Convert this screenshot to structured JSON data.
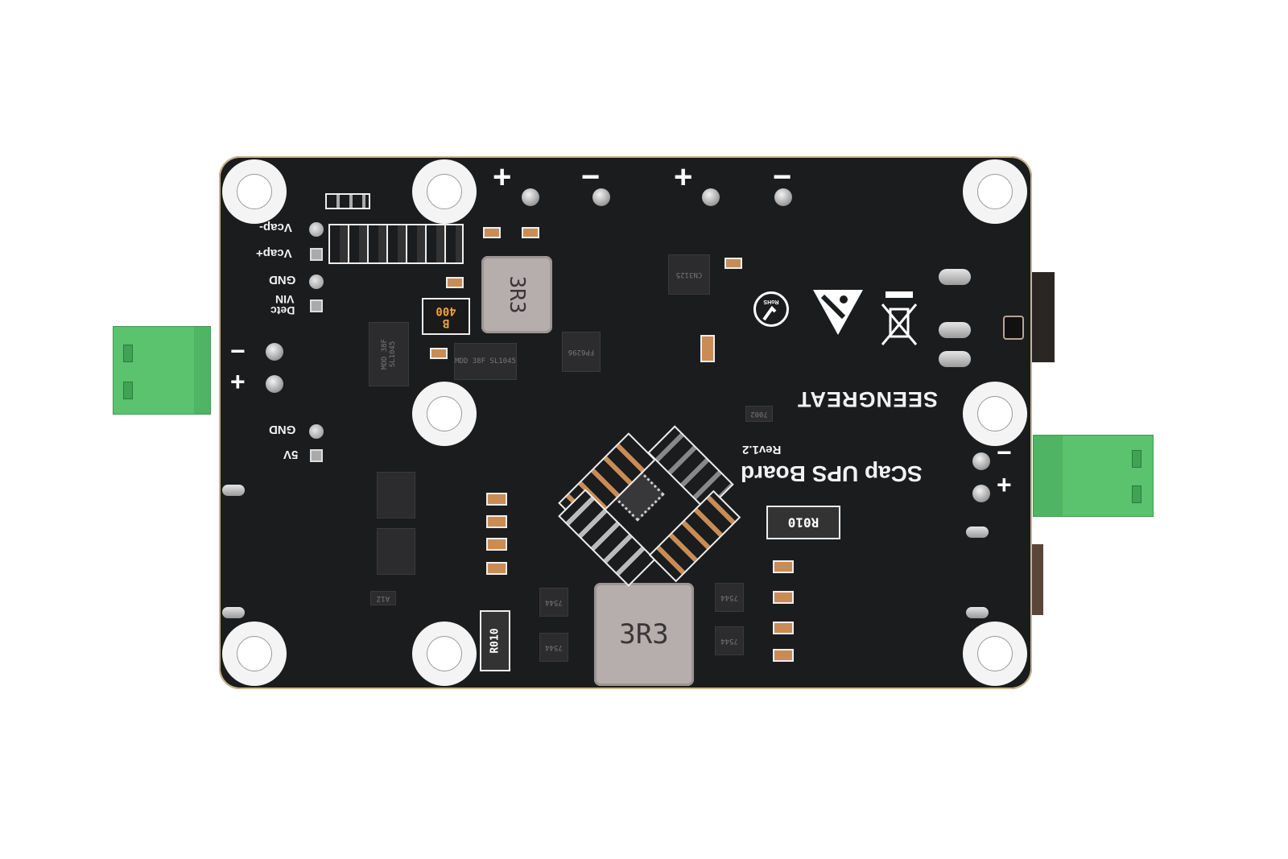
{
  "product": {
    "name": "SCap UPS Board",
    "revision": "Rev1.2",
    "brand": "SEENGREAT",
    "compliance_marks": [
      "rohs-icon",
      "esd-warning-icon",
      "weee-bin-icon"
    ]
  },
  "colors": {
    "pcb": "#1b1c1e",
    "silkscreen": "#f2f2f2",
    "terminal_green": "#5bc26e",
    "inductor": "#b5aeac",
    "capacitor": "#c98c54",
    "background": "#ffffff"
  },
  "pin_labels_left": {
    "vcap_minus": "Vcap-",
    "vcap_plus": "Vcap+",
    "gnd_top": "GND",
    "vin": "VIN",
    "detc": "Detc",
    "gnd_bottom": "GND",
    "five_v": "5V"
  },
  "polarity": {
    "left_terminal": [
      "−",
      "+"
    ],
    "top_row": [
      "+",
      "−",
      "+",
      "−"
    ],
    "right_terminal": [
      "−",
      "+"
    ]
  },
  "components": {
    "inductor_top": "3R3",
    "inductor_bottom": "3R3",
    "fuse": "400",
    "fuse_mark": "B",
    "diode_1": "MDD 38F SL1045",
    "diode_2": "MDD 38F SL1045",
    "ic_sop8_mid": "FP6296",
    "ic_sop8_top": "CN3125",
    "sense_resistor_right": "R010",
    "sense_resistor_bottom": "R010",
    "mosfet_marks": [
      "7544",
      "7544",
      "7544",
      "7544"
    ],
    "sot23_mark": "7002",
    "sot23_left": "A1Z"
  }
}
